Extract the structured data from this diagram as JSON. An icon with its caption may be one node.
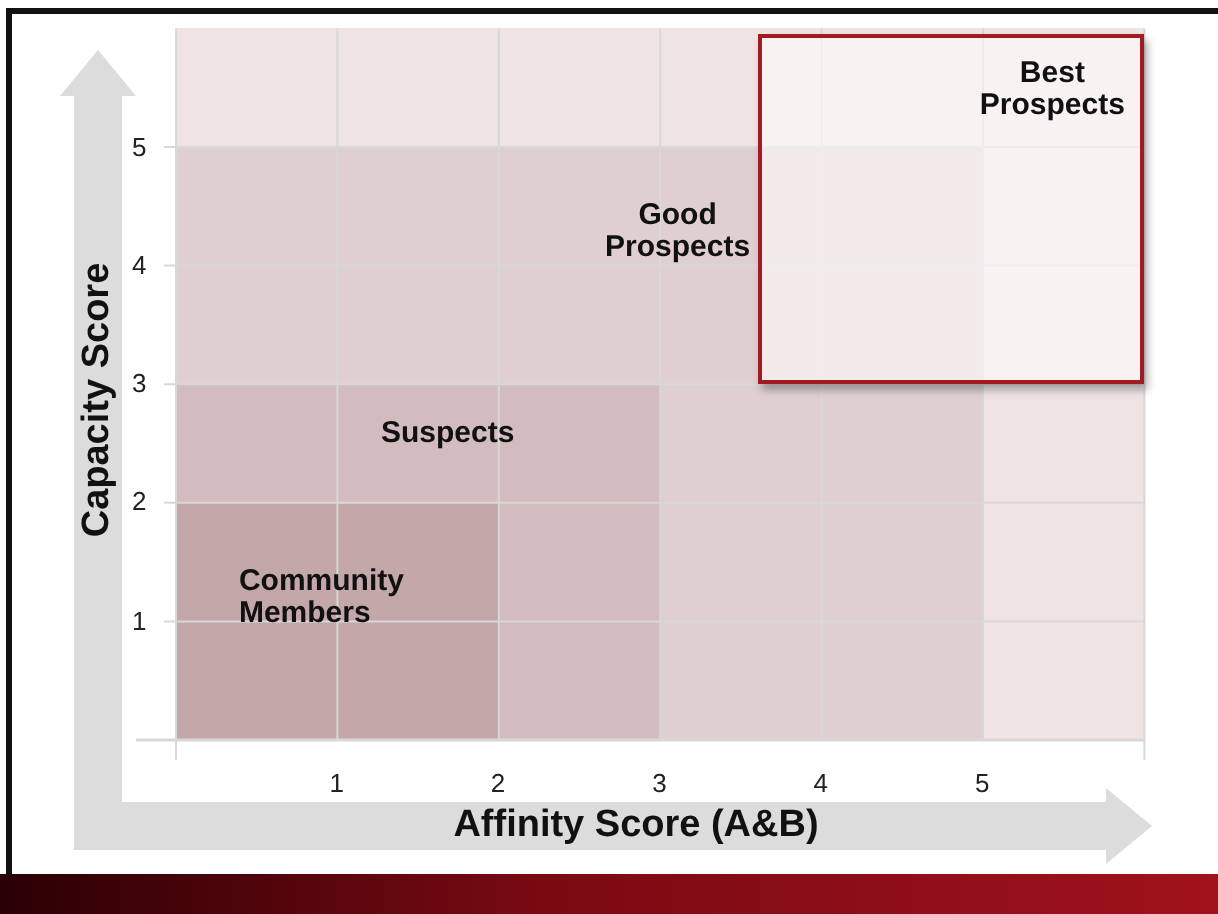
{
  "diagram": {
    "nodes": [
      {
        "text": [
          "Good Prospects"
        ]
      },
      {
        "text": [
          "Suspects"
        ],
        "in": 0
      },
      {
        "text": [
          "Community Members"
        ],
        "in": 1
      },
      {
        "text": [
          "Best Prospects"
        ]
      }
    ],
    "labels": [
      "5",
      "4",
      "3",
      "2",
      "1",
      "Capacity Score",
      "1",
      "2",
      "3",
      "4",
      "5",
      "Affinity Score (A&B)"
    ]
  }
}
